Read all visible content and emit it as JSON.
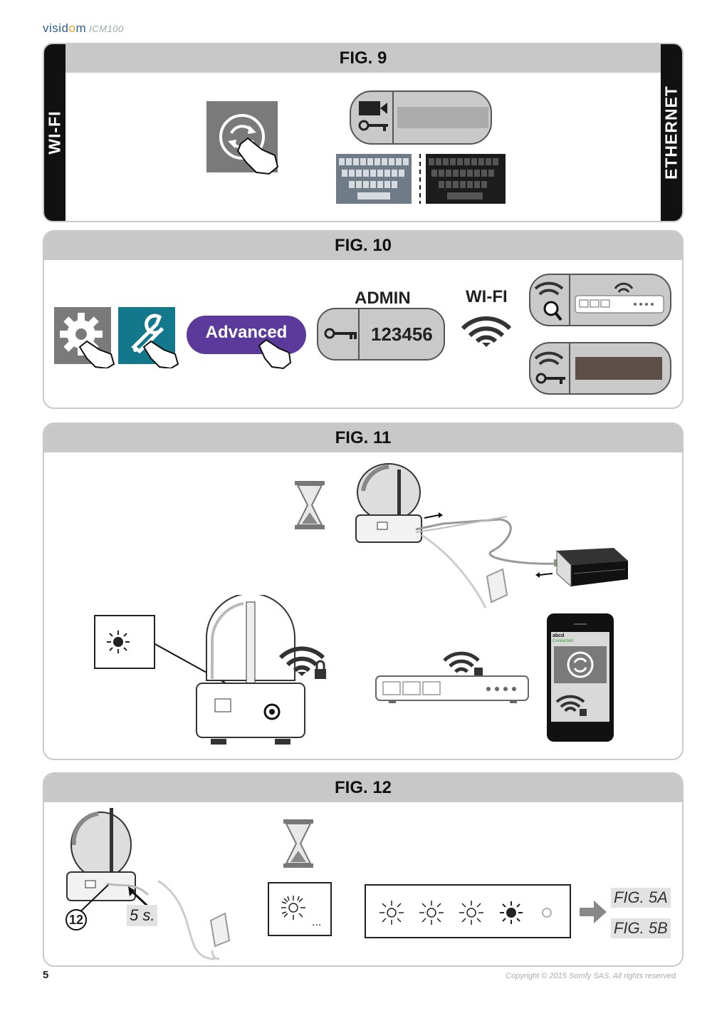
{
  "header": {
    "brand_prefix": "visid",
    "brand_o": "o",
    "brand_suffix": "m",
    "model": "ICM100"
  },
  "fig9": {
    "title": "FIG. 9",
    "left_label": "WI-FI",
    "right_label": "ETHERNET"
  },
  "fig10": {
    "title": "FIG. 10",
    "advanced_label": "Advanced",
    "admin_label": "ADMIN",
    "password": "123456",
    "wifi_label": "WI-FI"
  },
  "fig11": {
    "title": "FIG. 11",
    "phone_ssid": "abcd",
    "phone_status": "Connected"
  },
  "fig12": {
    "title": "FIG. 12",
    "callout_number": "12",
    "duration": "5 s.",
    "ellipsis": "...",
    "ref_a": "FIG. 5A",
    "ref_b": "FIG. 5B"
  },
  "footer": {
    "page_number": "5",
    "copyright": "Copyright © 2015 Somfy SAS. All rights reserved."
  },
  "colors": {
    "advanced_button": "#5b3a9b",
    "wrench_tile": "#14788c",
    "gear_tile": "#7a7a7a",
    "password_bar": "#5e4e48",
    "header_gray": "#c8c8c8",
    "status_green": "#2aa02a"
  }
}
